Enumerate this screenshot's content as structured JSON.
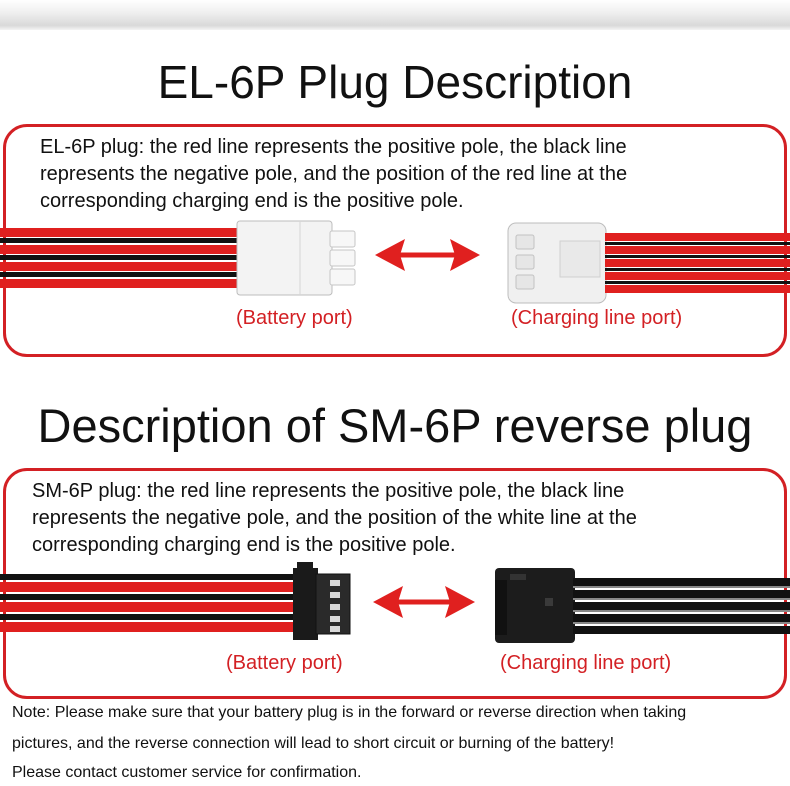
{
  "section1": {
    "title": "EL-6P Plug Description",
    "description": "EL-6P plug: the red line represents the positive pole, the black line\nrepresents the negative pole, and the position of the red line at the\ncorresponding charging end is the positive pole.",
    "battery_port_label": "(Battery port)",
    "charging_port_label": "(Charging line port)"
  },
  "section2": {
    "title": "Description of SM-6P reverse plug",
    "description": "SM-6P plug: the red line represents the positive pole, the black line\nrepresents the negative pole, and the position of the white line at the\n corresponding charging end is the positive pole.",
    "battery_port_label": "(Battery port)",
    "charging_port_label": "(Charging line port)"
  },
  "notes": [
    "Note: Please make sure that your battery plug is in the forward or reverse direction when taking",
    "pictures, and the reverse connection will lead to short circuit or burning of the battery!",
    "Please contact customer service for confirmation."
  ],
  "colors": {
    "accent_red": "#d32024",
    "wire_red": "#e0201f",
    "wire_black": "#111111",
    "connector_white": "#f2f2f2",
    "connector_black": "#1a1a1a"
  }
}
